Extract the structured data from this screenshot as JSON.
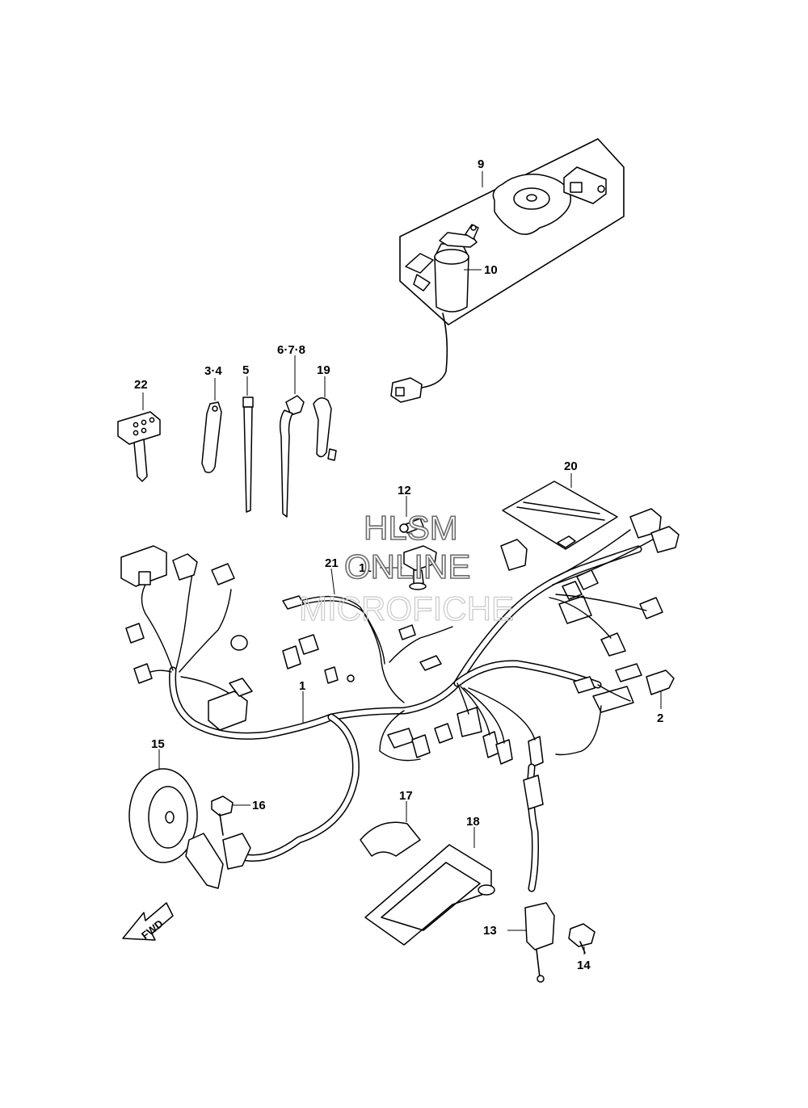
{
  "callouts": {
    "c1": "1",
    "c2": "2",
    "c34": "3·4",
    "c5": "5",
    "c678": "6·7·8",
    "c9": "9",
    "c10": "10",
    "c11": "11",
    "c12": "12",
    "c13": "13",
    "c14": "14",
    "c15": "15",
    "c16": "16",
    "c17": "17",
    "c18": "18",
    "c19": "19",
    "c20": "20",
    "c21": "21",
    "c22": "22"
  },
  "watermark": {
    "line1": "HLSM",
    "line2": "ONLINE",
    "line3": "MICROFICHE"
  },
  "fwd_arrow": {
    "label": "FWD"
  }
}
